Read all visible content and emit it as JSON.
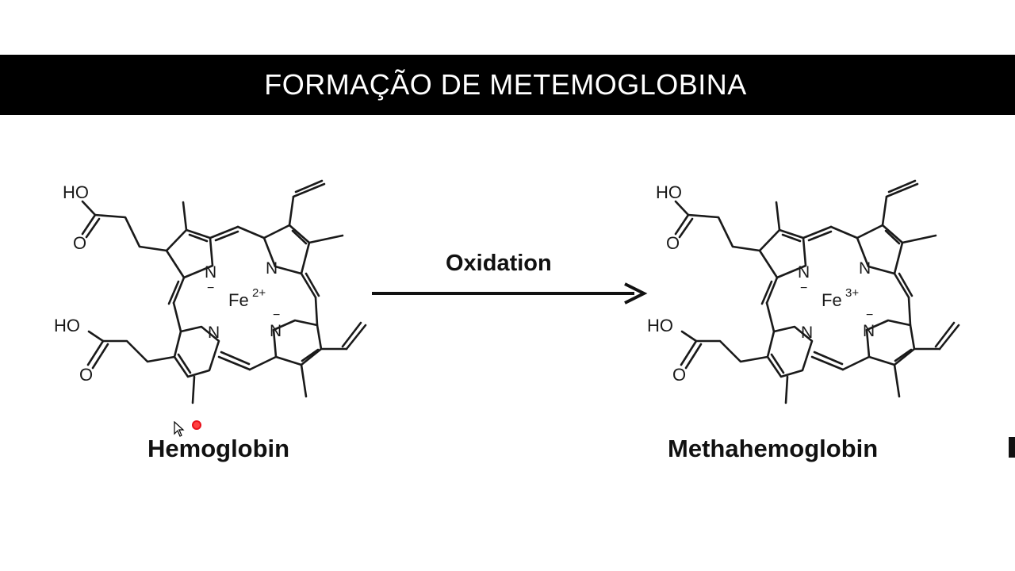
{
  "title": "FORMAÇÃO DE METEMOGLOBINA",
  "arrow": {
    "label": "Oxidation"
  },
  "left_molecule": {
    "caption": "Hemoglobin",
    "iron": "Fe",
    "charge": "2+",
    "groups": {
      "acid_top": "HO",
      "acid_bottom": "HO",
      "oxygen": "O",
      "nitrogen": "N",
      "anion": "−"
    }
  },
  "right_molecule": {
    "caption": "Methahemoglobin",
    "iron": "Fe",
    "charge": "3+",
    "groups": {
      "acid_top": "HO",
      "acid_bottom": "HO",
      "oxygen": "O",
      "nitrogen": "N",
      "anion": "−"
    }
  },
  "colors": {
    "title_bg": "#000000",
    "title_text": "#ffffff",
    "ink": "#1a1a1a",
    "cursor_dot": "#e8101a"
  }
}
